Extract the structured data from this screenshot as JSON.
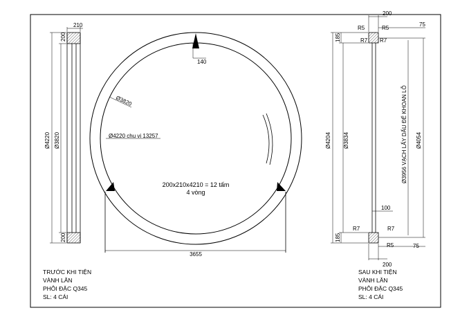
{
  "left_view": {
    "width_dim": "210",
    "top_dim": "200",
    "bottom_dim": "200",
    "outer_dia": "Ø4220",
    "inner_dia": "Ø3820"
  },
  "center_view": {
    "dia_outer_note": "Ø4220 chu vi 13257",
    "dia_inner_note": "Ø3820",
    "dim_140": "140",
    "spec_line1": "200x210x4210 = 12 tấm",
    "spec_line2": "4 vòng",
    "base_dim": "3655"
  },
  "right_view": {
    "top_width": "200",
    "bottom_width": "200",
    "dim_75_top": "75",
    "dim_75_bottom": "75",
    "r5_top_left": "R5",
    "r5_top_right": "R5",
    "r7_top_left": "R7",
    "r7_top_right": "R7",
    "r7_bot_left": "R7",
    "r7_bot_right": "R7",
    "r5_bottom": "R5",
    "dim_185_top": "185",
    "dim_185_bottom": "185",
    "dim_100": "100",
    "dia_4204": "Ø4204",
    "dia_3834": "Ø3834",
    "dia_4054": "Ø4054",
    "vertical_note": "Ø3956 VẠCH LẤY DẤU ĐỂ KHOAN LỖ"
  },
  "notes_left": [
    "TRƯỚC KHI TIỆN",
    "VÀNH LĂN",
    "PHÔI ĐẶC Q345",
    "SL: 4 CÁI"
  ],
  "notes_right": [
    "SAU KHI TIỆN",
    "VÀNH LĂN",
    "PHÔI ĐẶC Q345",
    "SL: 4 CÁI"
  ]
}
